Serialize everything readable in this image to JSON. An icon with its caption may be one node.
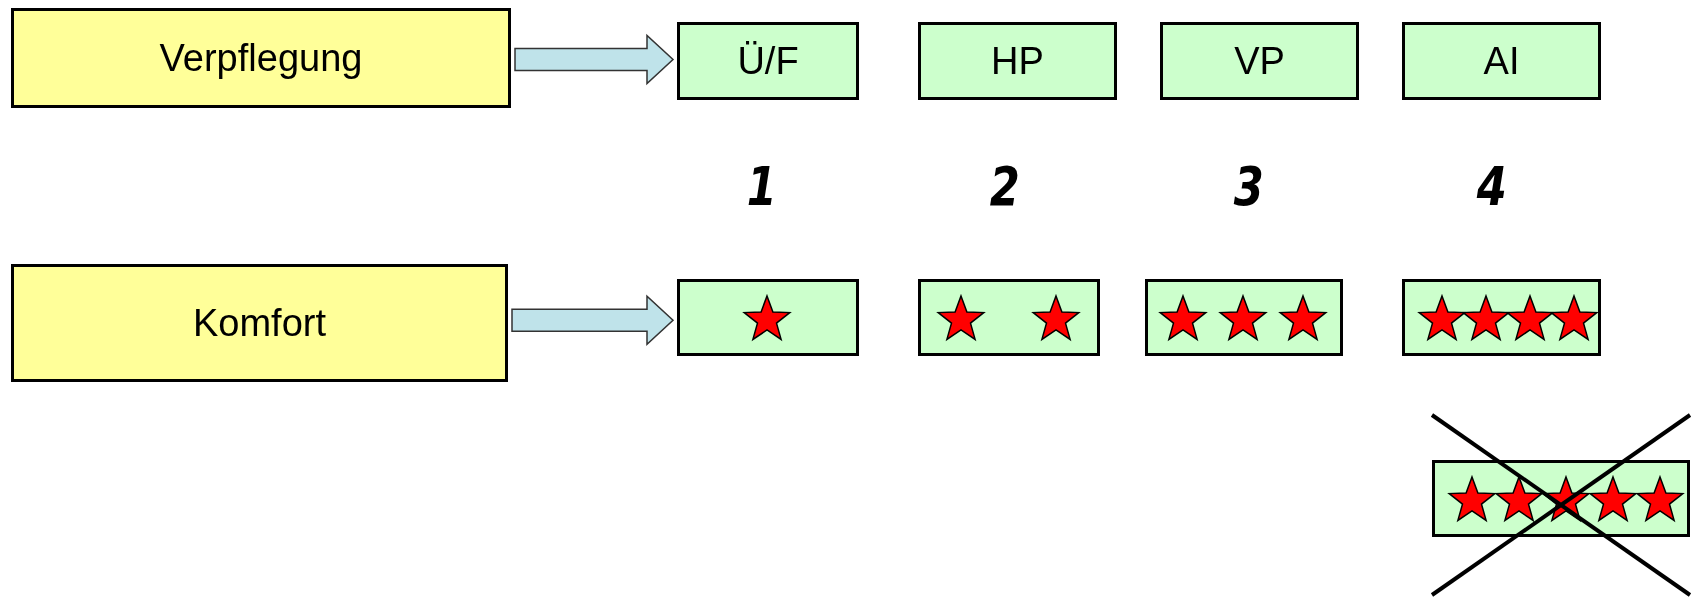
{
  "diagram": {
    "nodes": [
      {
        "text": [
          "Verpflegung"
        ]
      },
      {
        "text": [
          "Ü/F"
        ]
      },
      {
        "text": [
          "HP"
        ]
      },
      {
        "text": [
          "VP"
        ]
      },
      {
        "text": [
          "AI"
        ]
      },
      {
        "text": [
          "Komfort"
        ]
      },
      {
        "text": [],
        "shape": "box"
      },
      {
        "text": [],
        "shape": "box"
      },
      {
        "text": [],
        "shape": "box"
      },
      {
        "text": [],
        "shape": "box"
      },
      {
        "text": [],
        "shape": "box"
      }
    ],
    "edges": [
      {
        "from": 0,
        "to": 1,
        "arrow": "to"
      },
      {
        "from": 5,
        "to": 6,
        "arrow": "to"
      }
    ],
    "labels": [
      "1",
      "2",
      "3",
      "4"
    ]
  }
}
